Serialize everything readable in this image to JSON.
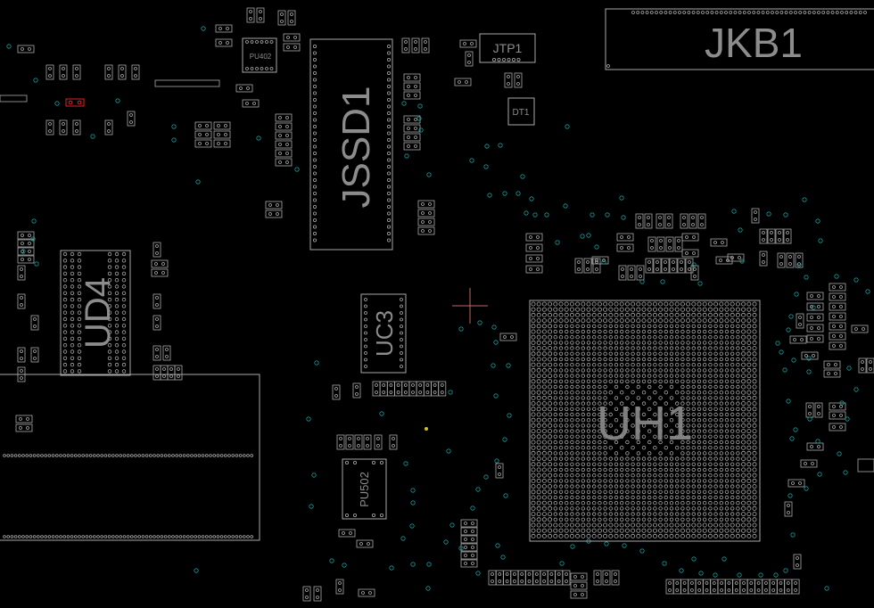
{
  "colors": {
    "background": "#000000",
    "outline": "#a9a9a9",
    "label": "#8c8c8c",
    "via": "#1e9a9a",
    "highlight": "#e0202a",
    "marker": "#d4c21a",
    "cursor": "#c06a5a"
  },
  "components": {
    "jkb1": "JKB1",
    "jssd1": "JSSD1",
    "ud4": "UD4",
    "uc3": "UC3",
    "uh1": "UH1",
    "jtp1": "JTP1",
    "dt1": "DT1",
    "pu402": "PU402",
    "pu502": "PU502"
  }
}
